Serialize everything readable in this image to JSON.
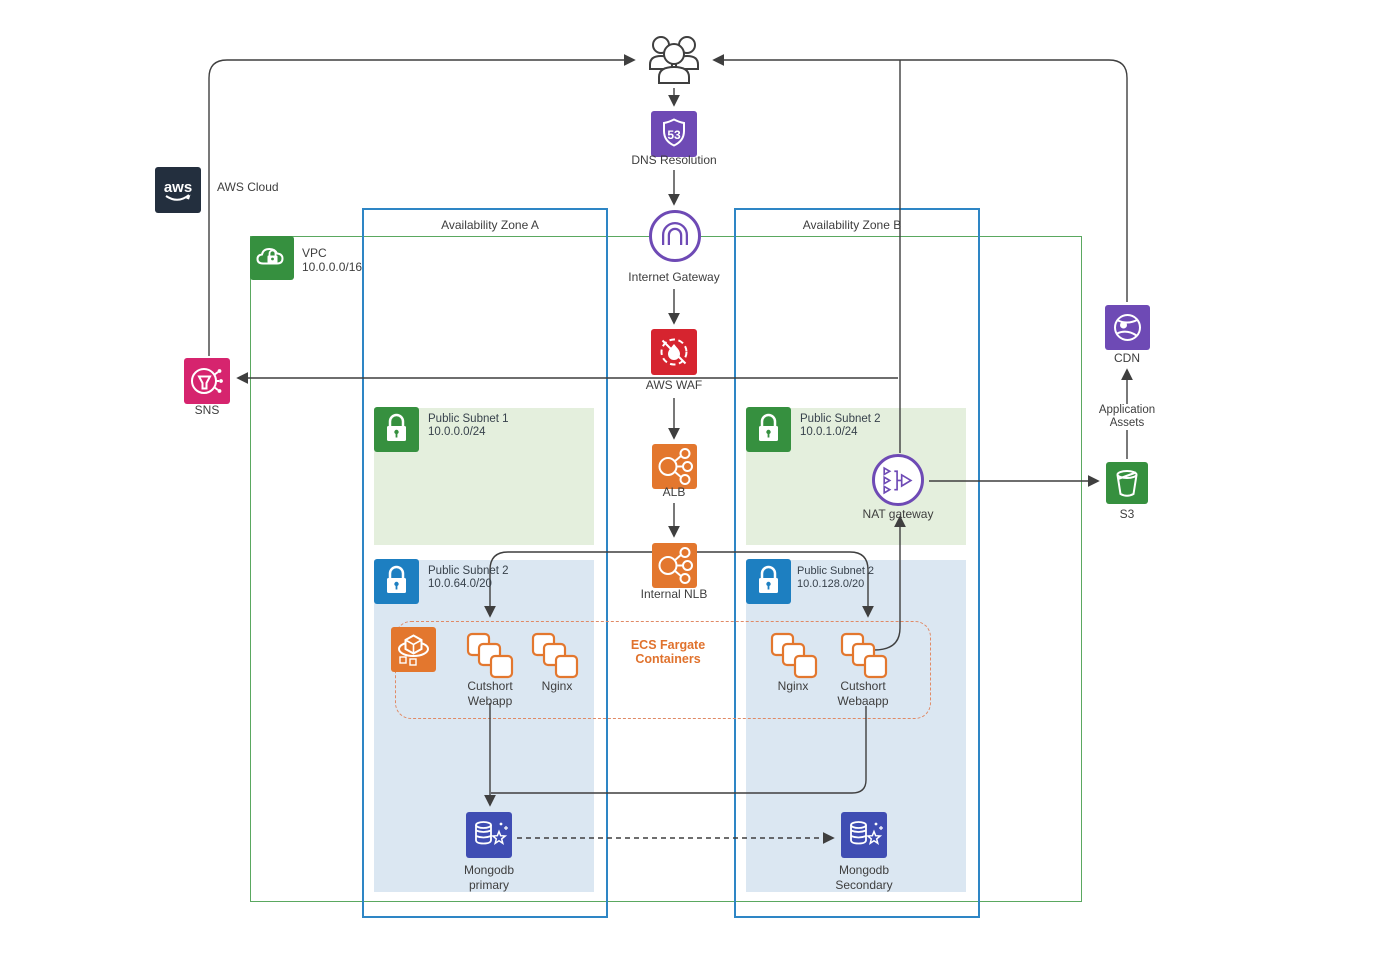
{
  "title": "AWS Cloud Architecture Diagram",
  "colors": {
    "purple": "#6e4ab5",
    "red": "#d6242f",
    "orange": "#e3772e",
    "green": "#36903f",
    "blue": "#1d7fc1",
    "pink": "#d6246e",
    "indigo": "#3f4db3",
    "navy": "#232f3e",
    "light_green_fill": "#e4efdd",
    "light_blue_fill": "#dbe7f2",
    "az_border": "#2e86c5",
    "vpc_border": "#5aa860",
    "line": "#3f3f3f",
    "ecs_dashed_border": "#e08a66",
    "ecs_text": "#e0722d"
  },
  "cloud": {
    "logo": "aws",
    "label": "AWS Cloud"
  },
  "vpc": {
    "label": "VPC",
    "cidr": "10.0.0.0/16"
  },
  "zones": {
    "a": "Availability Zone A",
    "b": "Availability Zone B"
  },
  "subnets": {
    "a_public1": {
      "label": "Public Subnet 1",
      "cidr": "10.0.0.0/24"
    },
    "a_public2": {
      "label": "Public Subnet 2",
      "cidr": "10.0.64.0/20"
    },
    "b_public1": {
      "label": "Public Subnet 2",
      "cidr": "10.0.1.0/24"
    },
    "b_public2": {
      "label": "Public Subnet 2",
      "cidr": "10.0.128.0/20"
    }
  },
  "nodes": {
    "dns": "DNS Resolution",
    "route53_badge": "53",
    "igw": "Internet Gateway",
    "waf": "AWS WAF",
    "alb": "ALB",
    "nlb": "Internal NLB",
    "nat": "NAT gateway",
    "sns": "SNS",
    "cdn": "CDN",
    "s3": "S3",
    "assets1": "Application",
    "assets2": "Assets",
    "ecs1": "ECS Fargate",
    "ecs2": "Containers",
    "cw_a1": "Cutshort",
    "cw_a2": "Webapp",
    "nginx_a": "Nginx",
    "nginx_b": "Nginx",
    "cw_b1": "Cutshort",
    "cw_b2": "Webaapp",
    "mongo_p1": "Mongodb",
    "mongo_p2": "primary",
    "mongo_s1": "Mongodb",
    "mongo_s2": "Secondary"
  }
}
